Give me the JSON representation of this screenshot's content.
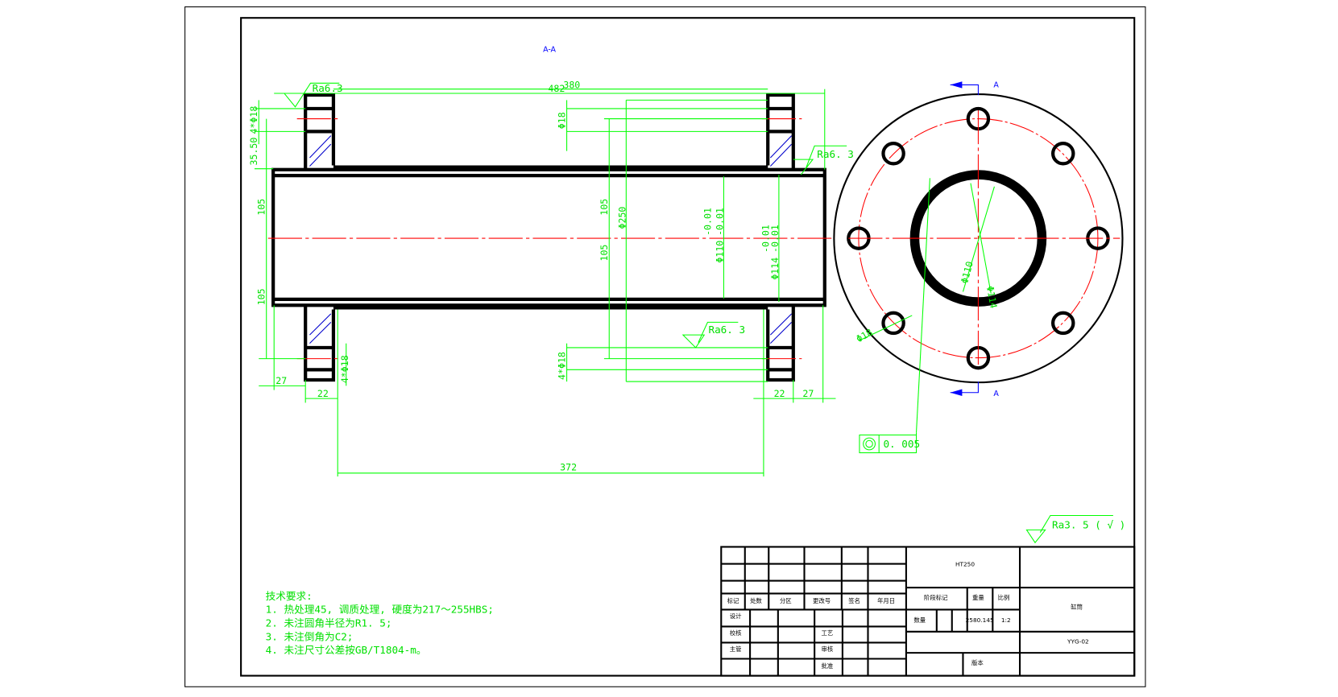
{
  "view_title": "A-A",
  "section_mark": "A",
  "dimensions": {
    "overall_length": "482",
    "inner_length": "380",
    "hole_dia_pattern": "4*Φ18",
    "hole_dia": "Φ18",
    "offset": "35.50",
    "half_height": "105",
    "flange_dia": "Φ250",
    "bore_dia": "Φ110",
    "bore_tol_upper": "-0.01",
    "bore_tol_lower": "-0.01",
    "outer_dia": "Φ114",
    "outer_tol_upper": "-0.01",
    "outer_tol_lower": "-0.01",
    "end_length": "27",
    "flange_thickness": "22",
    "flange_spacing": "372",
    "circle_hole_dia": "Φ18",
    "circle_bore": "Φ110",
    "circle_outer": "Φ114"
  },
  "roughness": {
    "flange_face": "Ra6.3",
    "right_face": "Ra6. 3",
    "bottom": "Ra6. 3",
    "general": "Ra3. 5 ( √ )"
  },
  "tolerance_frame": {
    "symbol": "concentricity-icon",
    "value": "0. 005"
  },
  "tech_requirements": {
    "title": "技术要求:",
    "items": [
      "1. 热处理45, 调质处理, 硬度为217～255HBS;",
      "2. 未注圆角半径为R1. 5;",
      "3. 未注倒角为C2;",
      "4. 未注尺寸公差按GB/T1804-m。"
    ]
  },
  "title_block": {
    "headers": [
      "标记",
      "处数",
      "分区",
      "更改号",
      "签名",
      "年月日"
    ],
    "design": "设计",
    "check": "校核",
    "supervisor": "主管",
    "process": "工艺",
    "review": "审核",
    "approve": "批准",
    "material": "HT250",
    "stage_mark": "阶段标记",
    "weight_label": "重量",
    "scale_label": "比例",
    "quantity_label": "数量",
    "weight": "2580.145",
    "scale": "1:2",
    "part_name": "缸筒",
    "drawing_no": "YYG-02",
    "version": "版本"
  },
  "colors": {
    "dimension": "#00ff00",
    "centerline": "#ff0000",
    "hatch": "#0000cc",
    "section": "#0000ff"
  }
}
